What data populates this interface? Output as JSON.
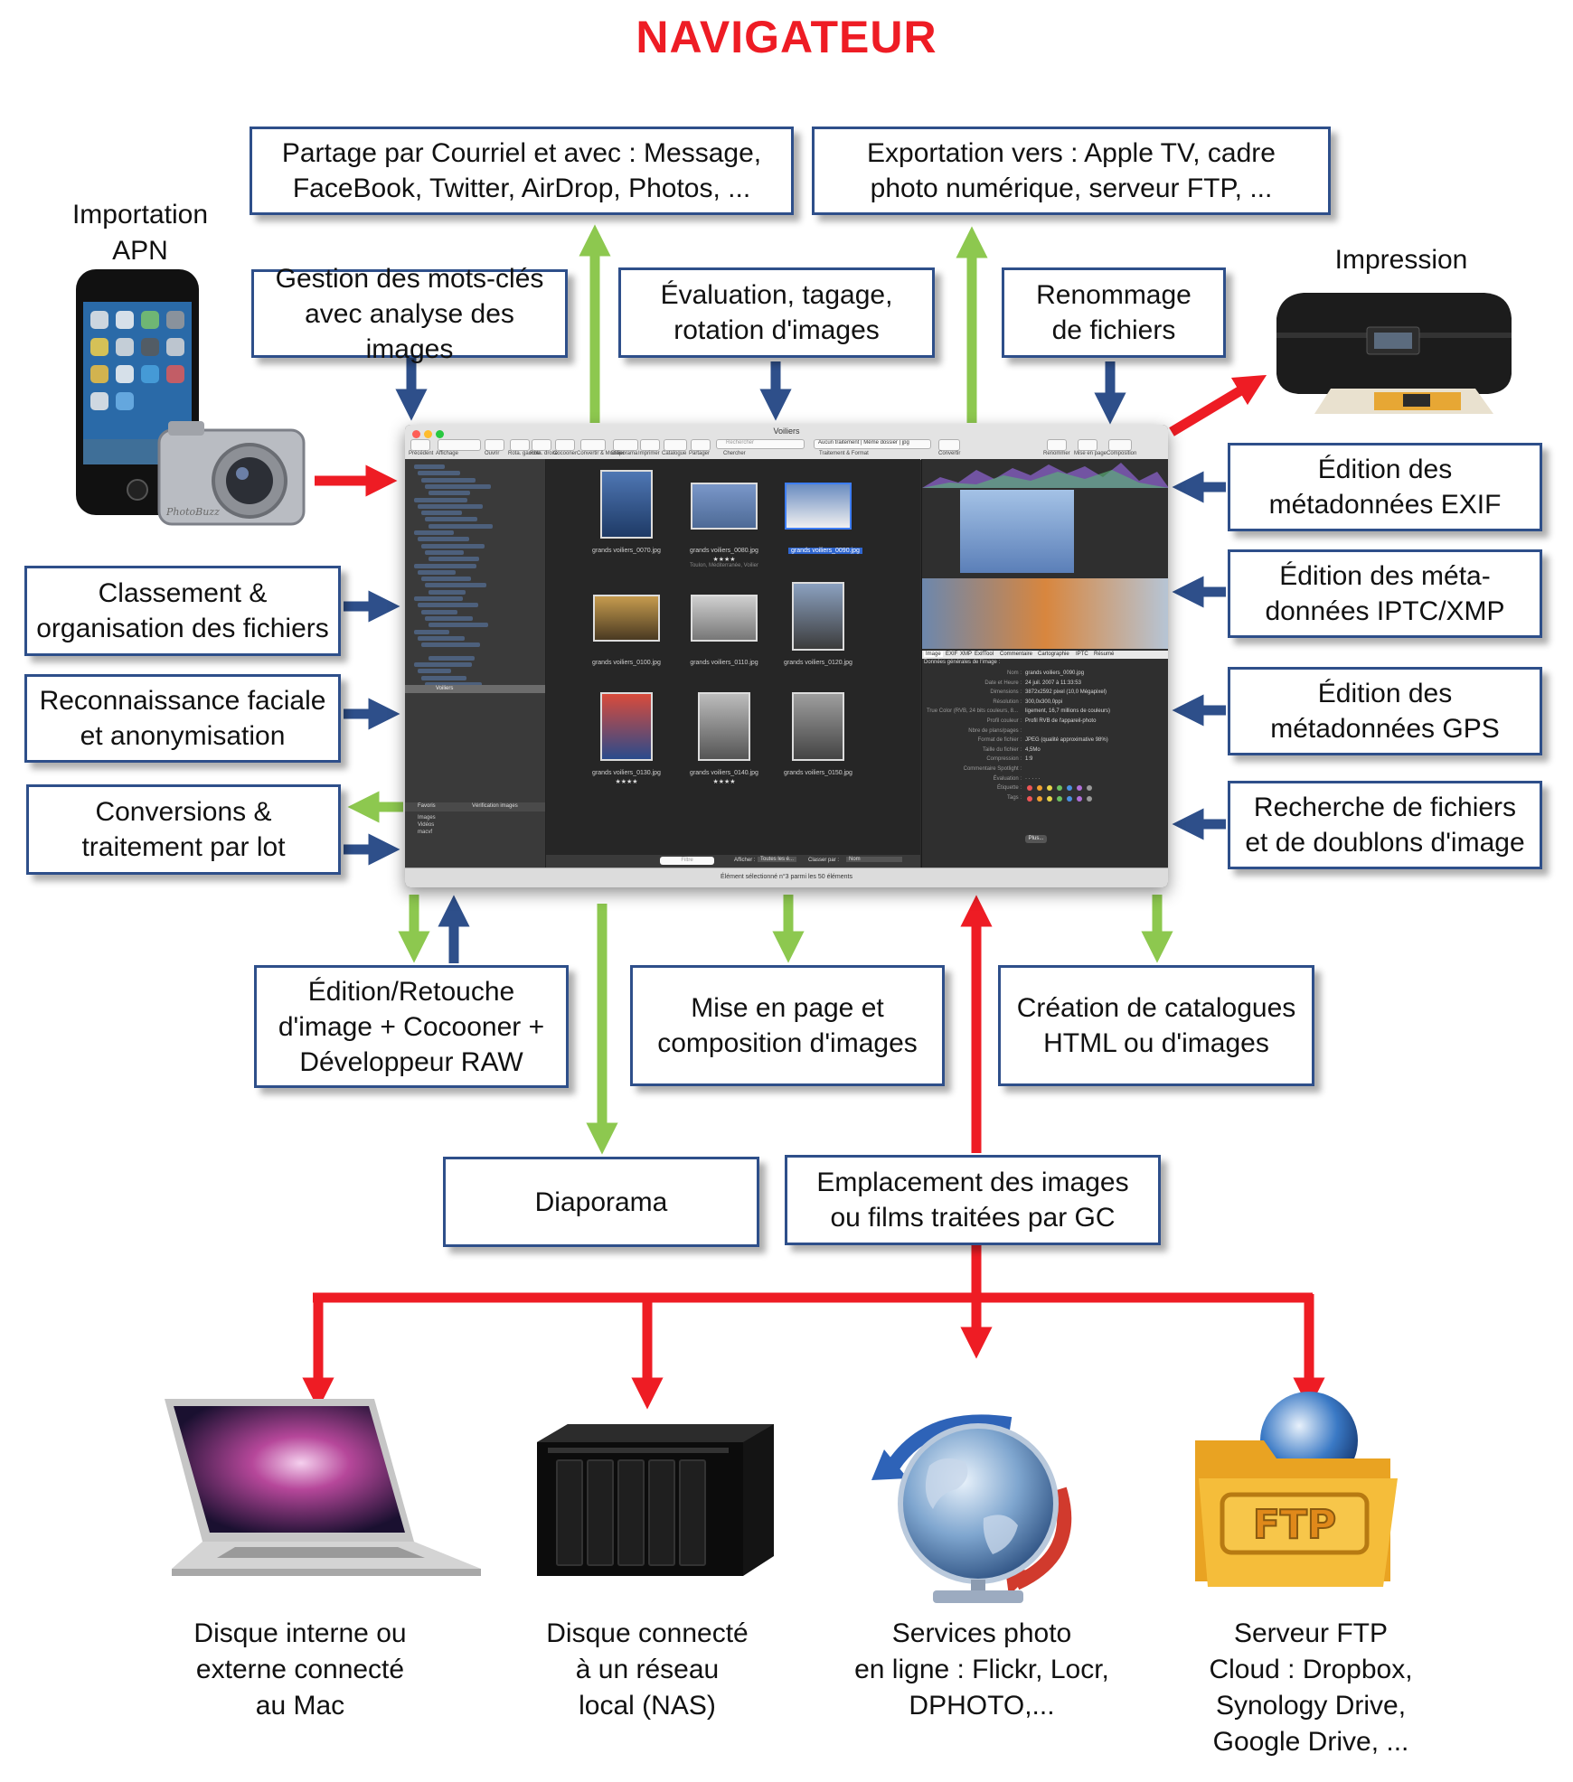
{
  "title": "NAVIGATEUR",
  "boxes": {
    "partage": "Partage par Courriel et avec : Message,\nFaceBook, Twitter, AirDrop, Photos, ...",
    "exportation": "Exportation vers : Apple TV, cadre\nphoto numérique, serveur FTP, ...",
    "mots_cles": "Gestion des mots-clés\navec analyse des images",
    "evaluation": "Évaluation, tagage,\nrotation d'images",
    "renommage": "Renommage\nde fichiers",
    "classement": "Classement &\norganisation des fichiers",
    "reconnaissance": "Reconnaissance faciale\net anonymisation",
    "conversions": "Conversions &\ntraitement par lot",
    "exif": "Édition des\nmétadonnées EXIF",
    "iptc": "Édition des méta-\ndonnées IPTC/XMP",
    "gps": "Édition des\nmétadonnées GPS",
    "recherche": "Recherche de fichiers\net de doublons d'image",
    "retouche": "Édition/Retouche\nd'image + Cocooner +\nDéveloppeur RAW",
    "mise_en_page": "Mise en page et\ncomposition d'images",
    "catalogues": "Création de catalogues\nHTML ou d'images",
    "diaporama": "Diaporama",
    "emplacement": "Emplacement des images\nou films traitées par GC"
  },
  "labels": {
    "importation": "Importation\nAPN",
    "impression": "Impression",
    "disque_interne": "Disque interne ou\nexterne connecté\nau Mac",
    "nas": "Disque connecté\nà un réseau\nlocal (NAS)",
    "services": "Services photo\nen ligne : Flickr, Locr,\nDPHOTO,...",
    "ftp": "Serveur FTP\nCloud : Dropbox,\nSynology Drive,\nGoogle Drive, ..."
  },
  "device_text": {
    "camera_brand": "PhotoBuzz",
    "ftp_badge": "FTP"
  },
  "app": {
    "window_title": "Voiliers",
    "toolbar": [
      "Précédent",
      "Affichage",
      "Ouvrir",
      "Rota. gauche",
      "Rota. droite",
      "Cocooner",
      "Convertir & Modifier",
      "Diaporama",
      "Imprimer",
      "Catalogue",
      "Partager",
      "Chercher",
      "Traitement & Format",
      "Convertir",
      "Renommer",
      "Mise en page",
      "Composition"
    ],
    "search_placeholder": "Rechercher",
    "traitement_value": "Aucun traitement | Même dossier | jpg",
    "sidebar_selected": "Voiliers",
    "sidebar_tabs": [
      "Favoris",
      "Vérification images"
    ],
    "sidebar_favorites": [
      "Images",
      "Vidéos",
      "macvf"
    ],
    "thumbnails": [
      {
        "name": "grands voiliers_0070.jpg",
        "stars": "",
        "sub": ""
      },
      {
        "name": "grands voiliers_0080.jpg",
        "stars": "★★★★",
        "sub": "Toulon, Méditerranée, Voilier"
      },
      {
        "name": "grands voiliers_0090.jpg",
        "stars": "",
        "sub": ""
      },
      {
        "name": "grands voiliers_0100.jpg",
        "stars": "",
        "sub": ""
      },
      {
        "name": "grands voiliers_0110.jpg",
        "stars": "",
        "sub": ""
      },
      {
        "name": "grands voiliers_0120.jpg",
        "stars": "",
        "sub": ""
      },
      {
        "name": "grands voiliers_0130.jpg",
        "stars": "★★★★",
        "sub": ""
      },
      {
        "name": "grands voiliers_0140.jpg",
        "stars": "★★★★",
        "sub": ""
      },
      {
        "name": "grands voiliers_0150.jpg",
        "stars": "",
        "sub": ""
      }
    ],
    "filter_placeholder": "Filtre",
    "afficher_label": "Afficher :",
    "afficher_value": "Toutes les é...",
    "classer_label": "Classer par :",
    "classer_value": "Nom",
    "inspector_tabs": [
      "Image",
      "EXIF",
      "XMP",
      "ExifTool",
      "Commentaire",
      "Cartographie",
      "IPTC",
      "Résumé"
    ],
    "inspector_section": "Données générales de l'image :",
    "metadata": [
      {
        "label": "Nom :",
        "value": "grands voiliers_0090.jpg"
      },
      {
        "label": "Date et Heure :",
        "value": "24 juil. 2007 à 11:33:53"
      },
      {
        "label": "Dimensions :",
        "value": "3872x2592 pixel (10,0 Mégapixel)"
      },
      {
        "label": "Résolution :",
        "value": "300,0x300,0ppi"
      },
      {
        "label": "True Color (RVB, 24 bits couleurs, 8...",
        "value": "ligement, 16,7 millions de couleurs)"
      },
      {
        "label": "Profil couleur :",
        "value": "Profil RVB de l'appareil-photo"
      },
      {
        "label": "Nbre de plans/pages :",
        "value": ""
      },
      {
        "label": "Format de fichier :",
        "value": "JPEG (qualité approximative 98%)"
      },
      {
        "label": "Taille du fichier :",
        "value": "4,5Mo"
      },
      {
        "label": "Compression :",
        "value": "1:9"
      },
      {
        "label": "Commentaire Spotlight :",
        "value": ""
      },
      {
        "label": "Évaluation :",
        "value": "· · · · ·"
      },
      {
        "label": "Étiquette :",
        "value": ""
      },
      {
        "label": "Tags :",
        "value": ""
      }
    ],
    "plus_button": "Plus...",
    "status_text": "Élément sélectionné n°3 parmi les 50 éléments"
  },
  "colors": {
    "title_red": "#ee1c24",
    "arrow_red": "#ee1c24",
    "arrow_blue": "#2e4f8a",
    "arrow_green": "#8dc84f",
    "box_border": "#2e4f8a"
  }
}
